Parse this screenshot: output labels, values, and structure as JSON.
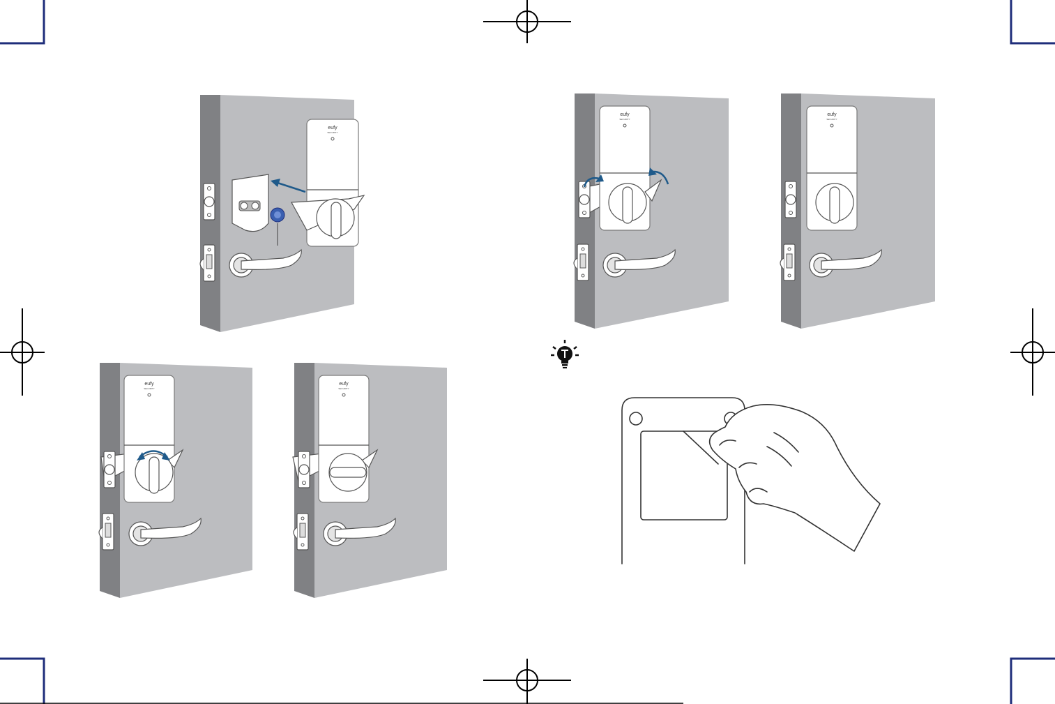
{
  "lock_brand": "eufy",
  "lock_model": "SECURITY",
  "colors": {
    "door_face": "#bcbdc0",
    "door_edge": "#808184",
    "arrow": "#1f5a8a",
    "accent_part": "#3a5fb0",
    "registration_marks": "#000000",
    "crop_corners": "#1e2d7a"
  },
  "illustrations": [
    {
      "id": "step-a",
      "icon": "install-front-panel-on-mounting-plate"
    },
    {
      "id": "step-b",
      "icon": "rotate-thumbturn"
    },
    {
      "id": "step-c",
      "icon": "thumbturn-locked-horizontal"
    },
    {
      "id": "step-d",
      "icon": "press-panel-flat-against-door"
    },
    {
      "id": "step-e",
      "icon": "panel-installed"
    },
    {
      "id": "tip",
      "icon": "lightbulb-tip-icon"
    },
    {
      "id": "step-f",
      "icon": "peel-adhesive-backing"
    }
  ]
}
